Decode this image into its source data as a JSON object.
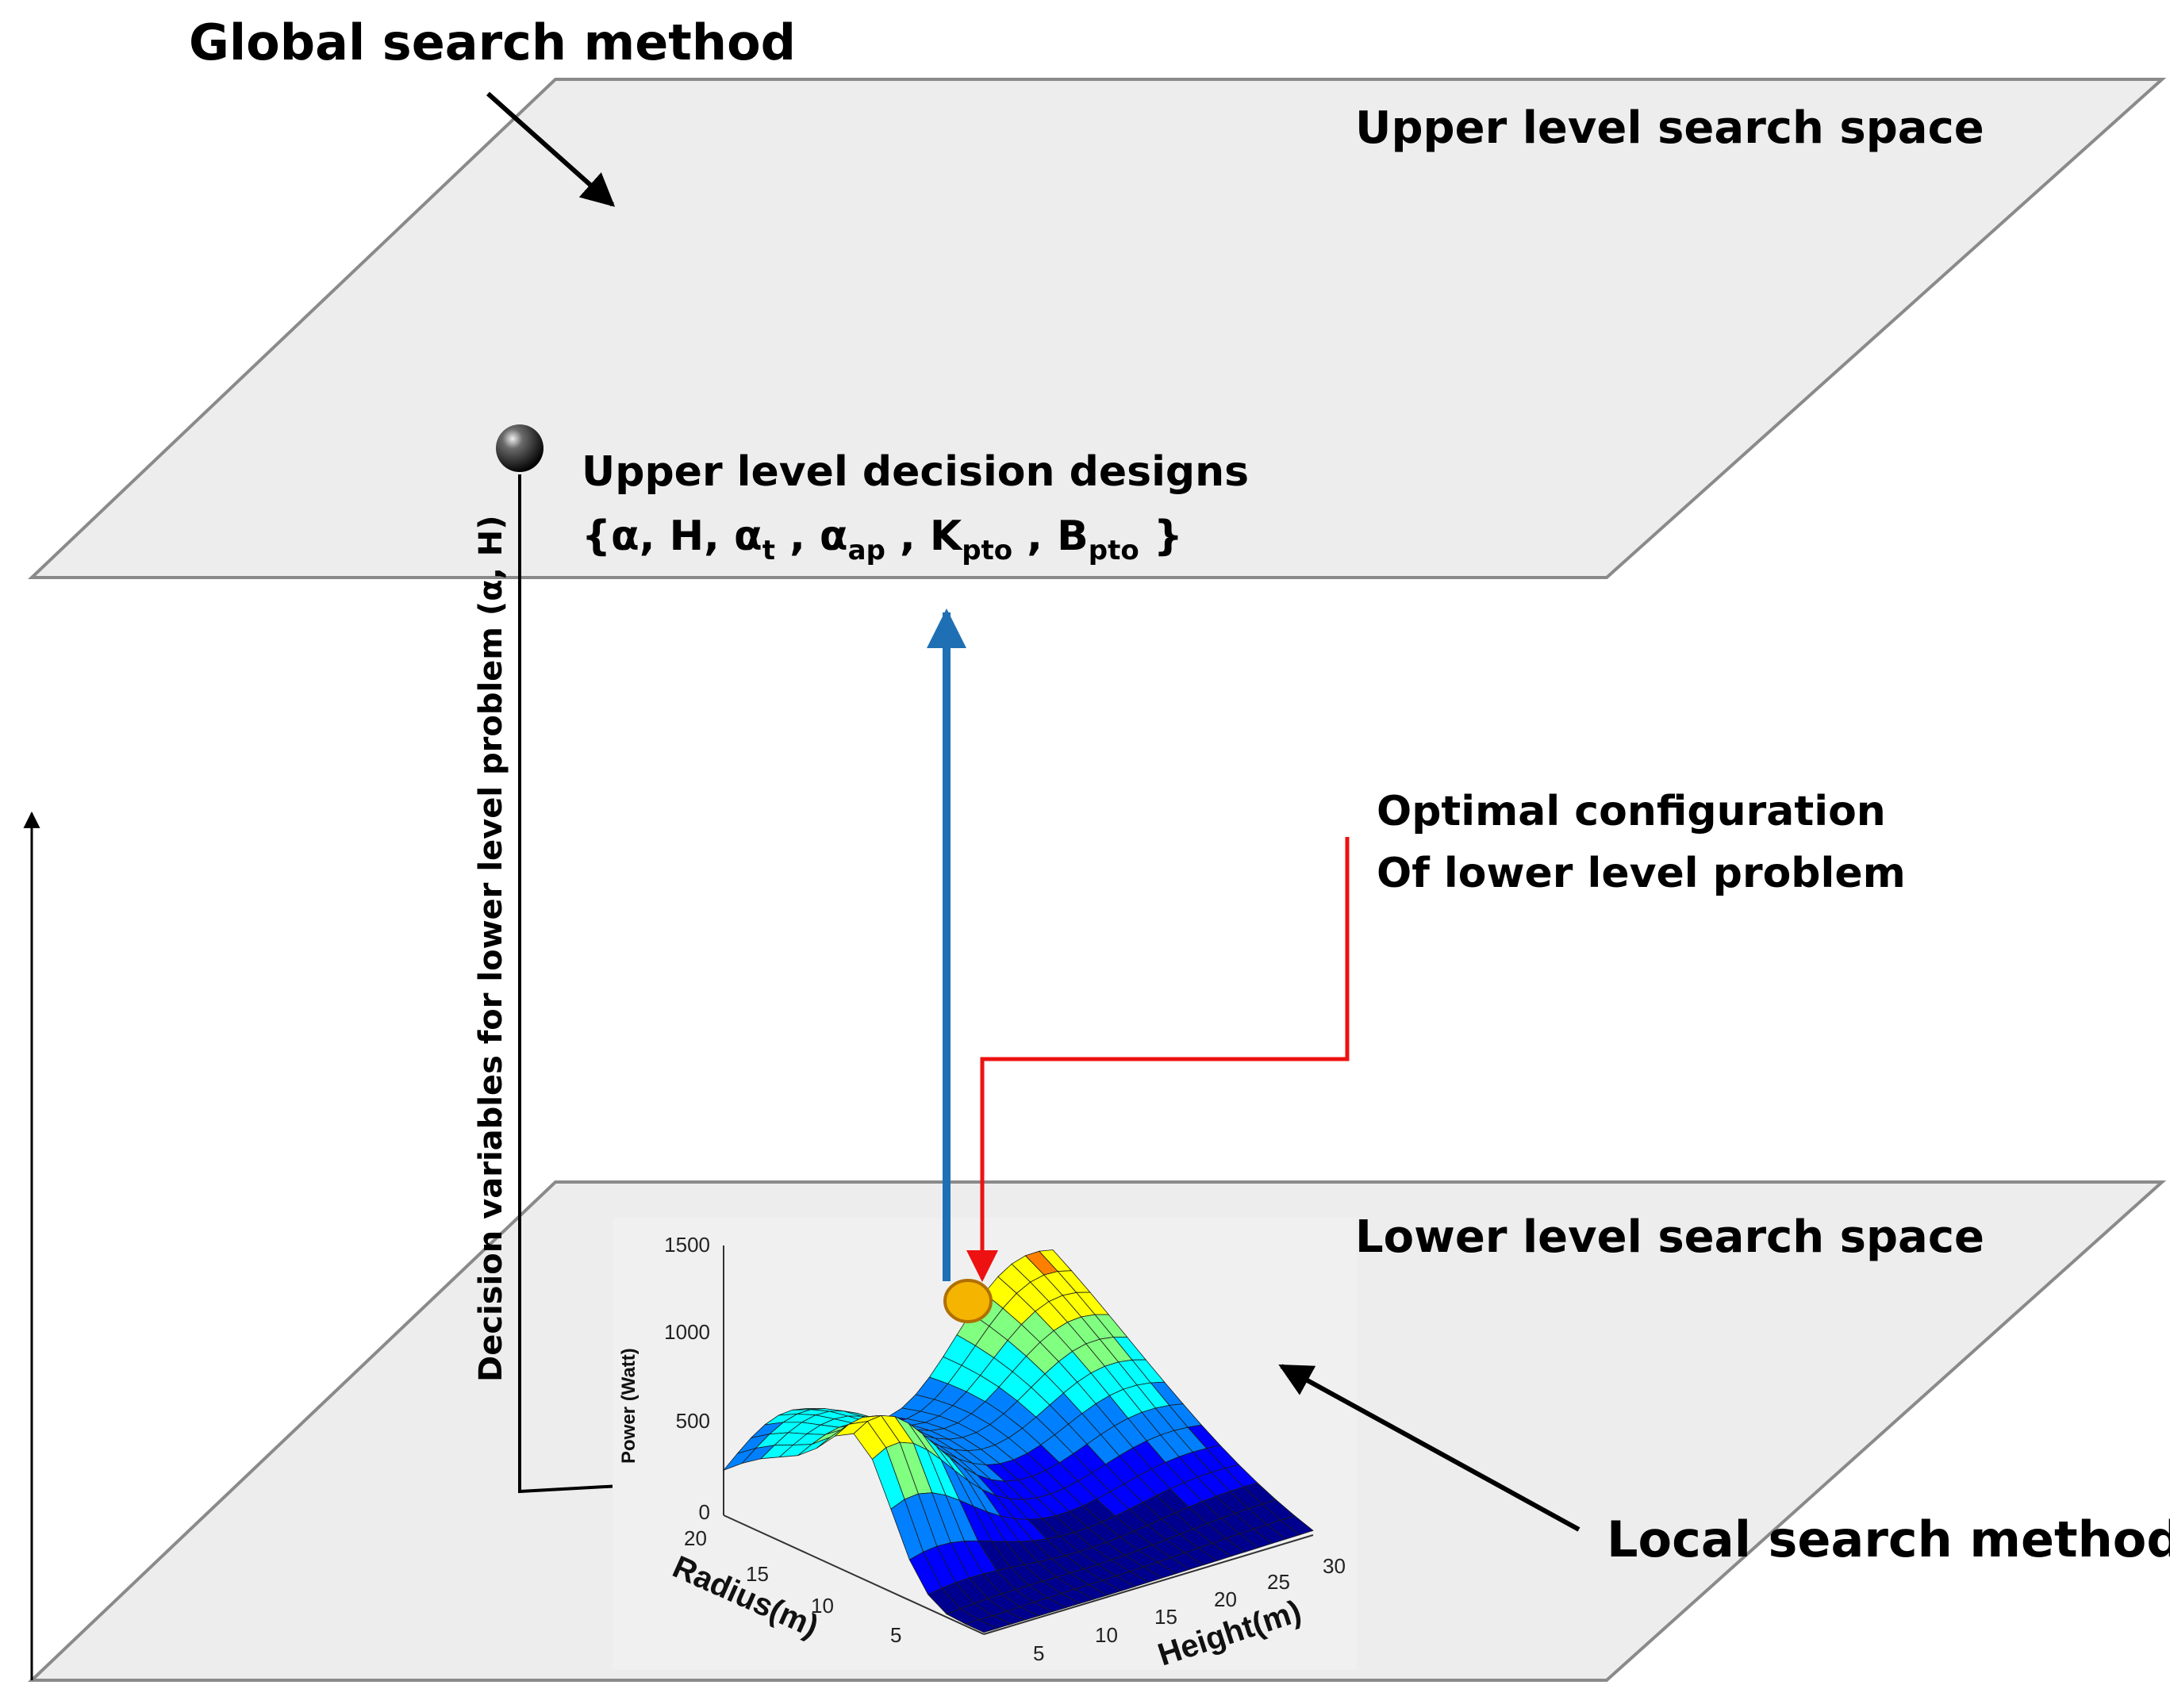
{
  "labels": {
    "global_search": "Global search method",
    "upper_space": "Upper level search space",
    "upper_designs_line1": "Upper level decision designs",
    "upper_designs_line2": {
      "open": "{α, H, α",
      "t": "t",
      "sep1": " , α",
      "ap": "ap",
      "sep2": " , K",
      "pto1": "pto",
      "sep3": " , B",
      "pto2": "pto",
      "close": " }"
    },
    "decision_vars": "Decision variables for lower level problem (α, H)",
    "optimal_line1": "Optimal configuration",
    "optimal_line2": "Of lower level problem",
    "lower_space": "Lower level search space",
    "local_search": "Local search method"
  },
  "surface_plot": {
    "z_label": "Power (Watt)",
    "x_label": "Radius(m)",
    "y_label": "Height(m)",
    "z_ticks": [
      "0",
      "500",
      "1000",
      "1500"
    ],
    "radius_ticks": [
      "20",
      "15",
      "10",
      "5"
    ],
    "height_ticks": [
      "5",
      "10",
      "15",
      "20",
      "25",
      "30"
    ],
    "colormap": [
      "#00008f",
      "#0000ff",
      "#0080ff",
      "#00ffff",
      "#80ff80",
      "#ffff00",
      "#ff8000",
      "#ff0000",
      "#800000"
    ]
  },
  "colors": {
    "plane_fill": "#ededed",
    "plane_stroke": "#8a8a8a",
    "blue_arrow": "#1f6fb5",
    "red_arrow": "#ee1111",
    "optimum_marker": "#f5b400"
  }
}
